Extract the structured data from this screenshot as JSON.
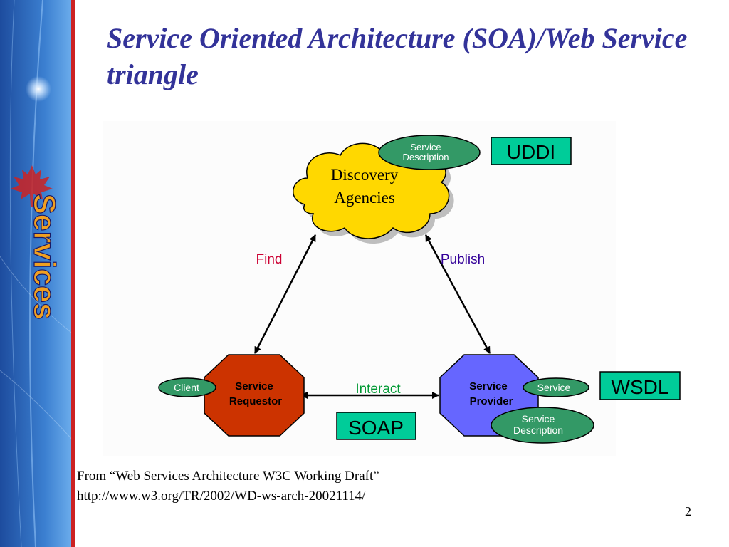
{
  "slide": {
    "title": "Service Oriented Architecture (SOA)/Web Service triangle",
    "sidebar_word": "Services",
    "page_number": "2"
  },
  "caption": {
    "line1": "From “Web Services Architecture W3C Working Draft”",
    "line2": "http://www.w3.org/TR/2002/WD-ws-arch-20021114/"
  },
  "diagram": {
    "discovery_line1": "Discovery",
    "discovery_line2": "Agencies",
    "sd_top_line1": "Service",
    "sd_top_line2": "Description",
    "find": "Find",
    "publish": "Publish",
    "interact": "Interact",
    "requestor_line1": "Service",
    "requestor_line2": "Requestor",
    "client": "Client",
    "provider_line1": "Service",
    "provider_line2": "Provider",
    "service": "Service",
    "sd_bottom_line1": "Service",
    "sd_bottom_line2": "Description",
    "uddi": "UDDI",
    "wsdl": "WSDL",
    "soap": "SOAP"
  },
  "colors": {
    "title": "#333399",
    "cloud": "#ffd800",
    "requestor": "#cc3300",
    "provider": "#6666ff",
    "ellipse": "#339966",
    "label_box": "#00cc99",
    "find": "#cc0033",
    "publish": "#330099",
    "interact": "#009933"
  }
}
